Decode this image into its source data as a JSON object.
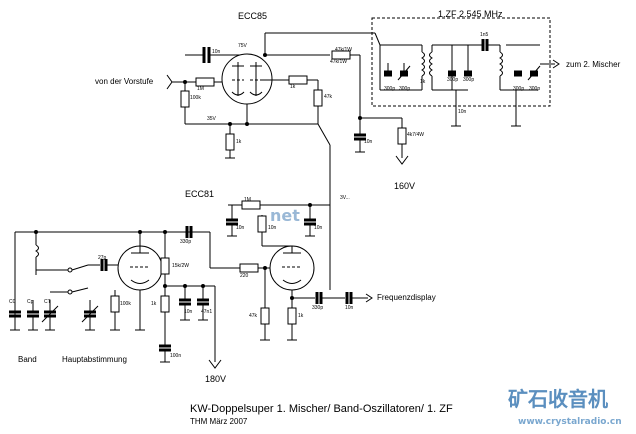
{
  "tubes": {
    "top": "ECC85",
    "bottom": "ECC81"
  },
  "if_stage": "1.ZF 2.545 MHz",
  "signals": {
    "input": "von der Vorstufe",
    "output": "zum 2. Mischer",
    "display": "Frequenzdisplay"
  },
  "supply": {
    "top": "180V",
    "bottom": "160V"
  },
  "controls": {
    "band": "Band",
    "tuning": "Hauptabstimmung"
  },
  "footer": {
    "title": "KW-Doppelsuper 1. Mischer/ Band-Oszillatoren/ 1. ZF",
    "author": "THM März 2007"
  },
  "watermark": {
    "logo": "矿石收音机",
    "url": "www.crystalradio.cn",
    "mark": "net"
  },
  "component_values": {
    "top": [
      "10n",
      "75V",
      "47k/1W",
      "1M",
      "1k",
      "100k",
      "35V",
      "1k",
      "47k",
      "10n",
      "1k",
      "1n5",
      "10n",
      "4k7/4W",
      "300p",
      "300p",
      "300p",
      "300p",
      "300p",
      "300p",
      "47k/1W"
    ],
    "bottom": [
      "1M",
      "10n",
      "10n",
      "10n",
      "330p",
      "27p",
      "15k/2W",
      "100k",
      "1k",
      "10n",
      "47n1",
      "100n",
      "220",
      "47k",
      "1k",
      "330p",
      "10n",
      "C0",
      "Cp",
      "CT",
      "3V..."
    ]
  }
}
